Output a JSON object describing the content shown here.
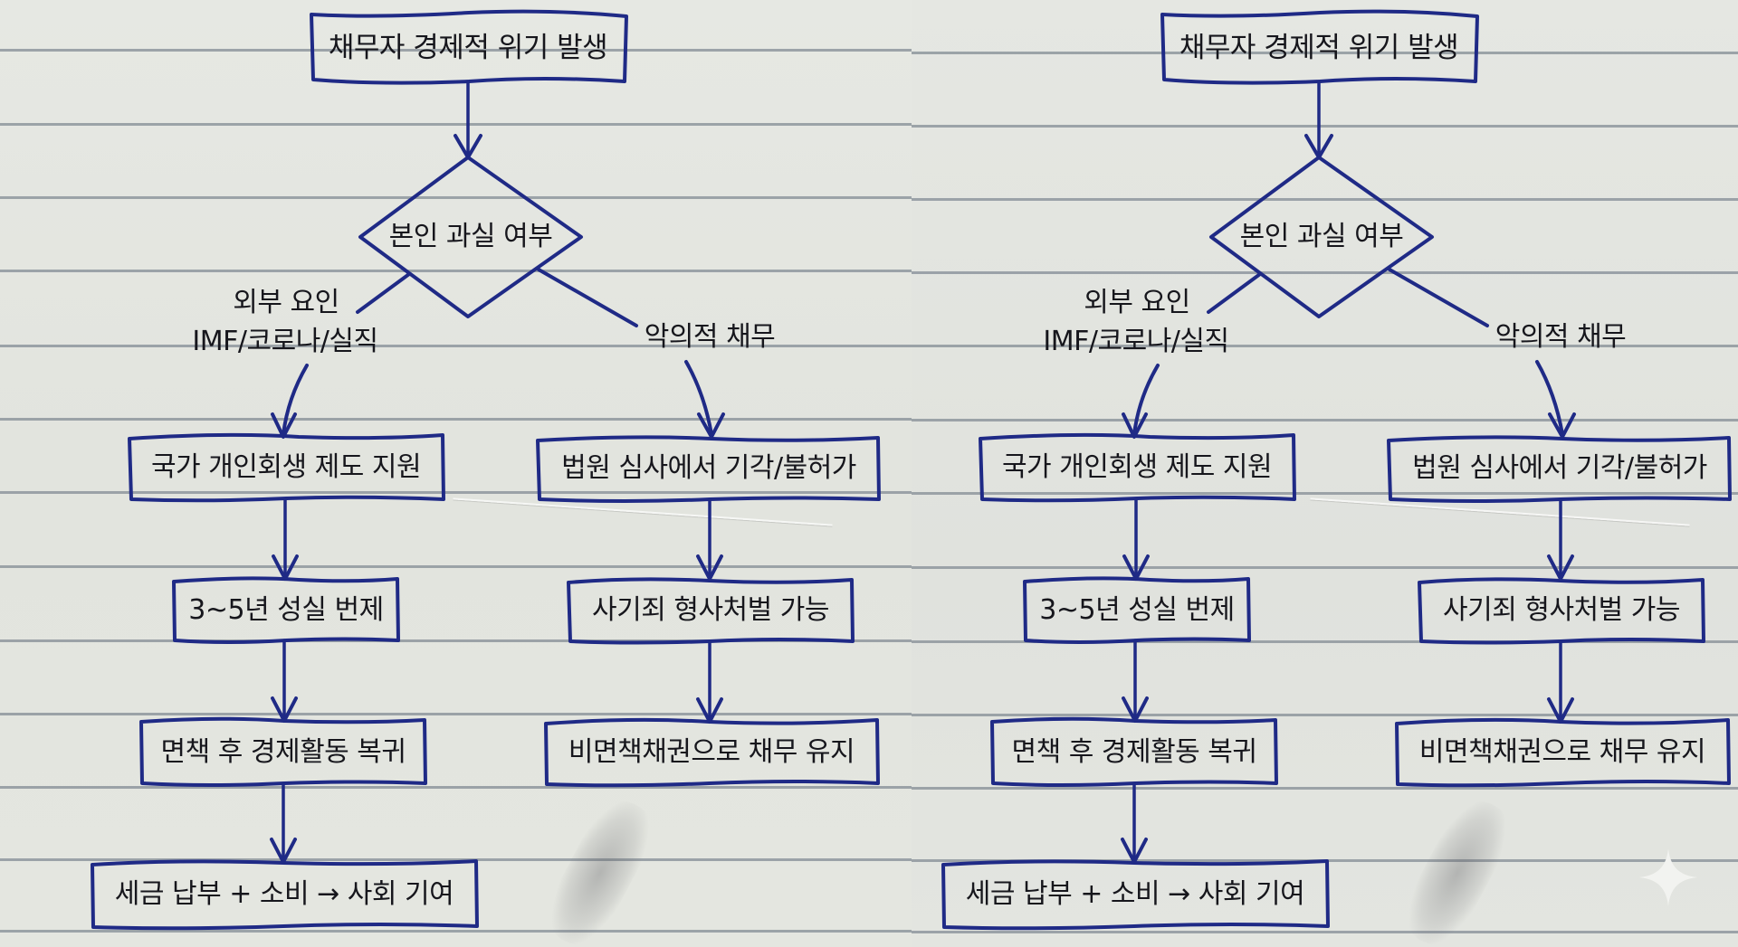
{
  "image": {
    "description": "Two identical hand-drawn flowcharts on ruled notebook paper, side by side",
    "colors": {
      "paper": "#e3e5df",
      "ink": "#1f2a86",
      "text": "#16161c",
      "rule": "#8e969d",
      "sparkle": "#f2f3f0"
    }
  },
  "flowchart": {
    "start": "채무자 경제적 위기 발생",
    "decision": "본인 과실 여부",
    "left_branch": {
      "label_line1": "외부 요인",
      "label_line2": "IMF/코로나/실직",
      "steps": [
        "국가 개인회생 제도 지원",
        "3~5년 성실 번제",
        "면책 후 경제활동 복귀",
        "세금 납부 + 소비 → 사회 기여"
      ]
    },
    "right_branch": {
      "label": "악의적 채무",
      "steps": [
        "법원 심사에서 기각/불허가",
        "사기죄 형사처벌 가능",
        "비면책채권으로 채무 유지"
      ]
    }
  },
  "watermark": {
    "icon": "sparkle-icon"
  }
}
